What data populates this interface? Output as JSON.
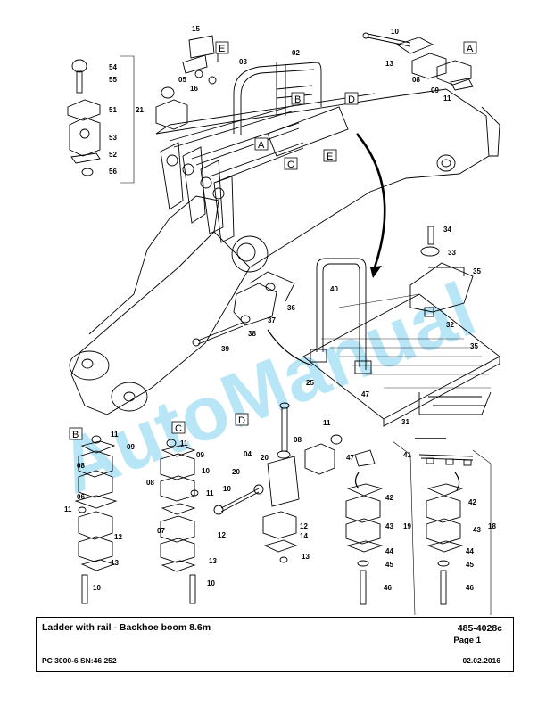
{
  "watermark": "AutoManual",
  "footer": {
    "title": "Ladder with rail - Backhoe boom 8.6m",
    "code": "485-4028c",
    "page": "Page 1",
    "model": "PC 3000-6 SN:46 252",
    "date": "02.02.2016"
  },
  "view_labels": {
    "A": "A",
    "B": "B",
    "C": "C",
    "D": "D",
    "E": "E"
  },
  "callouts": {
    "p01": "15",
    "p02": "02",
    "p03": "03",
    "p04": "05",
    "p05": "16",
    "p06": "10",
    "p07": "13",
    "p08": "08",
    "p09": "09",
    "p10": "11",
    "p11": "54",
    "p12": "55",
    "p13": "51",
    "p14": "21",
    "p15": "53",
    "p16": "52",
    "p17": "56",
    "p18": "34",
    "p19": "33",
    "p20": "35",
    "p21": "40",
    "p22": "32",
    "p23": "36",
    "p24": "37",
    "p25": "38",
    "p26": "39",
    "p27": "35",
    "p28": "25",
    "p29": "47",
    "p30": "31",
    "b01": "11",
    "b02": "09",
    "b03": "08",
    "b04": "06",
    "b05": "11",
    "b06": "12",
    "b07": "13",
    "b08": "10",
    "c01": "11",
    "c02": "09",
    "c03": "10",
    "c04": "08",
    "c05": "11",
    "c06": "07",
    "c07": "12",
    "c08": "13",
    "c09": "10",
    "d01": "11",
    "d02": "08",
    "d03": "04",
    "d04": "20",
    "d05": "20",
    "d06": "10",
    "d07": "12",
    "d08": "14",
    "d09": "13",
    "e01": "47",
    "e02": "42",
    "e03": "43",
    "e04": "19",
    "e05": "44",
    "e06": "45",
    "e07": "46",
    "f01": "41",
    "f02": "42",
    "f03": "43",
    "f04": "18",
    "f05": "44",
    "f06": "45",
    "f07": "46"
  }
}
